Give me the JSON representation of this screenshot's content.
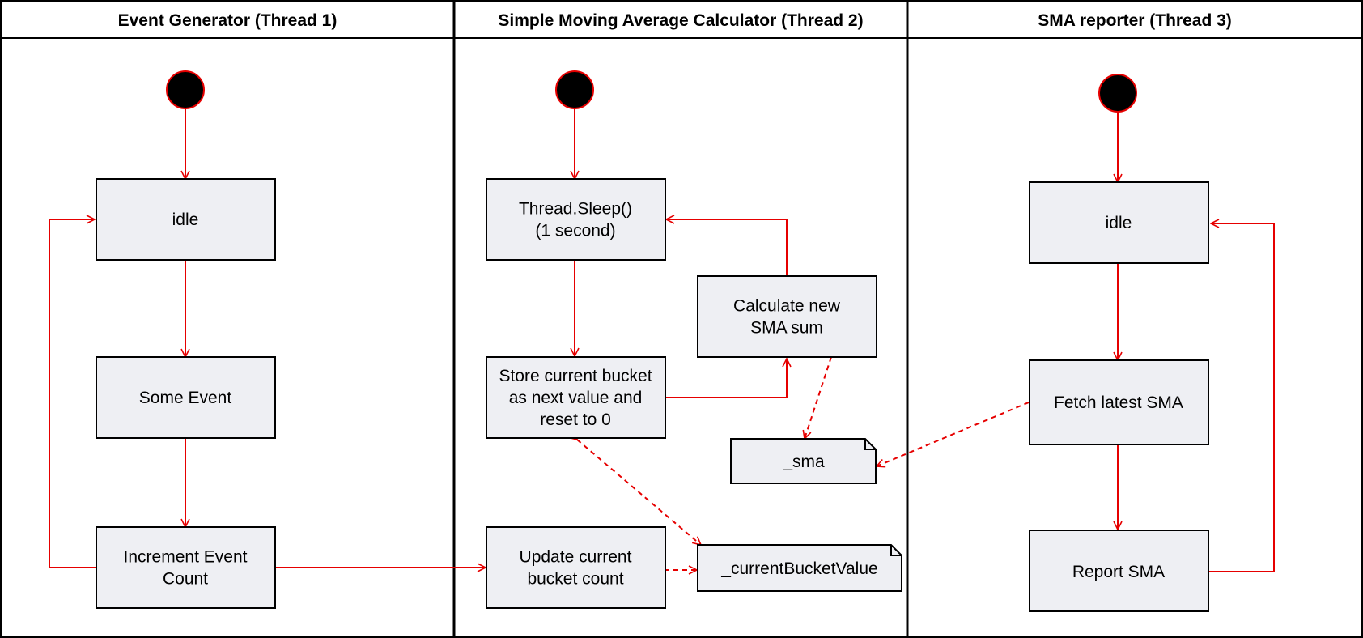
{
  "lanes": [
    {
      "id": "lane-1",
      "title": "Event Generator (Thread 1)"
    },
    {
      "id": "lane-2",
      "title": "Simple Moving Average Calculator (Thread 2)"
    },
    {
      "id": "lane-3",
      "title": "SMA reporter (Thread 3)"
    }
  ],
  "nodes": {
    "idle_1": [
      "idle"
    ],
    "some_event": [
      "Some Event"
    ],
    "increment": [
      "Increment Event",
      "Count"
    ],
    "sleep": [
      "Thread.Sleep()",
      "(1 second)"
    ],
    "calc": [
      "Calculate new",
      "SMA sum"
    ],
    "store": [
      "Store current bucket",
      "as next value and",
      "reset to 0"
    ],
    "update": [
      "Update current",
      "bucket count"
    ],
    "idle_3": [
      "idle"
    ],
    "fetch": [
      "Fetch latest SMA"
    ],
    "report": [
      "Report SMA"
    ]
  },
  "notes": {
    "sma": "_sma",
    "bucket_value": "_currentBucketValue"
  },
  "colors": {
    "flow": "#e60000",
    "node_fill": "#eeeff3",
    "node_stroke": "#000000",
    "start_fill": "#000000",
    "start_stroke": "#e60000",
    "lane_stroke": "#000000"
  }
}
